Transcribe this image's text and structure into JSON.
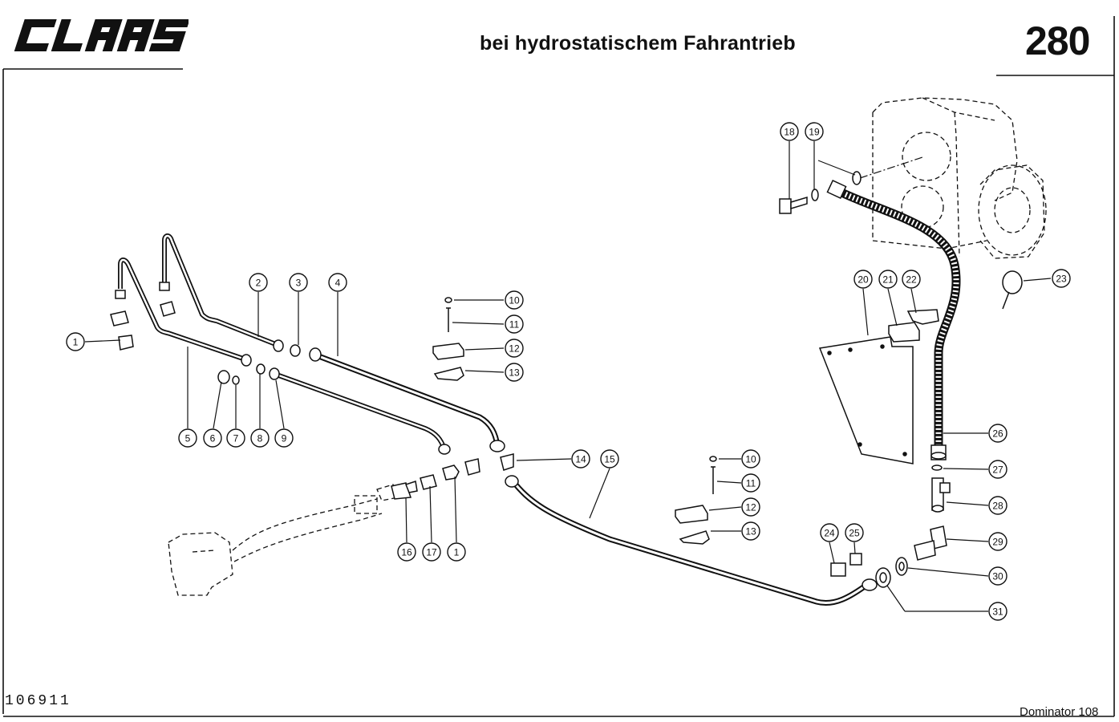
{
  "header": {
    "brand": "CLAAS",
    "title": "bei hydrostatischem Fahrantrieb",
    "page_number": "280"
  },
  "footer": {
    "doc_number": "106911",
    "model": "Dominator 108"
  },
  "callouts": [
    "1",
    "2",
    "3",
    "4",
    "5",
    "6",
    "7",
    "8",
    "9",
    "10",
    "11",
    "12",
    "13",
    "14",
    "15",
    "10",
    "11",
    "12",
    "13",
    "16",
    "17",
    "1",
    "18",
    "19",
    "20",
    "21",
    "22",
    "23",
    "24",
    "25",
    "26",
    "27",
    "28",
    "29",
    "30",
    "31"
  ]
}
